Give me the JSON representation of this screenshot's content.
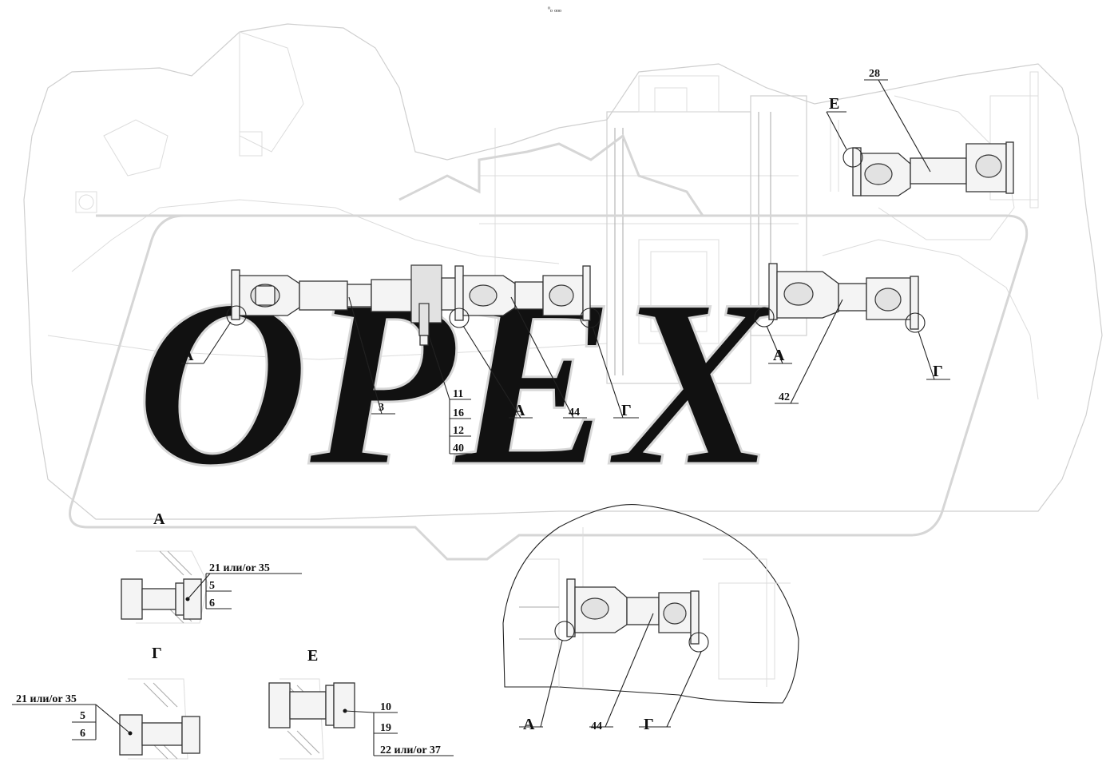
{
  "top_mark": "ᵒₒ ₒₒₒ",
  "watermark": "OPEX",
  "callouts": {
    "main_A_left": "A",
    "main_3": "3",
    "main_stack": [
      "11",
      "16",
      "12",
      "40"
    ],
    "main_A_mid": "A",
    "main_44": "44",
    "main_G_mid": "Г",
    "main_A_right": "A",
    "main_42": "42",
    "main_G_right": "Г",
    "main_E": "E",
    "main_28": "28"
  },
  "detail_A": {
    "title": "A",
    "labels": [
      "21 или/or 35",
      "5",
      "6"
    ]
  },
  "detail_G": {
    "title": "Г",
    "labels": [
      "21 или/or 35",
      "5",
      "6"
    ]
  },
  "detail_E": {
    "title": "E",
    "labels": [
      "10",
      "19",
      "22 или/or 37"
    ]
  },
  "inset": {
    "label_A": "A",
    "label_44": "44",
    "label_G": "Г"
  }
}
